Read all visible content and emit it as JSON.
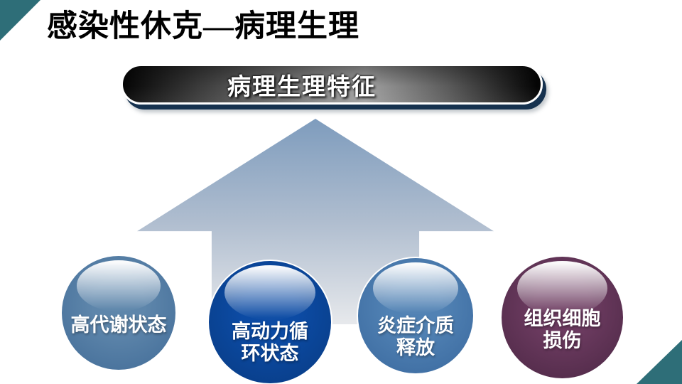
{
  "slide_title": "感染性休克—病理生理",
  "banner": {
    "label": "病理生理特征"
  },
  "balls": [
    {
      "name": "hypermetabolic-state",
      "line1": "高代谢状态",
      "line2": "",
      "color_mid": "#5E86AB",
      "color_dark": "#446E99"
    },
    {
      "name": "hyperdynamic-circulation-state",
      "line1": "高动力循",
      "line2": "环状态",
      "color_mid": "#0C4BA4",
      "color_dark": "#083C85"
    },
    {
      "name": "inflammatory-mediator-release",
      "line1": "炎症介质",
      "line2": "释放",
      "color_mid": "#5182B4",
      "color_dark": "#3C6BA0"
    },
    {
      "name": "tissue-cell-damage",
      "line1": "组织细胞",
      "line2": "损伤",
      "color_mid": "#6C3B60",
      "color_dark": "#4F2947"
    }
  ],
  "colors": {
    "teal_corner": "#2E6E78",
    "banner_shadow_navy": "#16324F",
    "arrow_top": "#7E9CBD",
    "arrow_bottom": "#E7E9EC",
    "title_color": "#000000"
  }
}
